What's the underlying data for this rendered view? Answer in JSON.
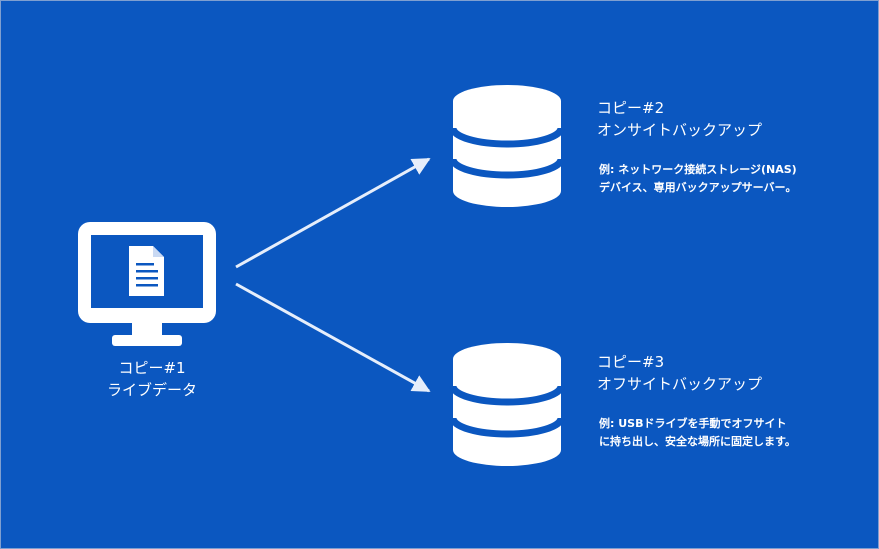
{
  "source": {
    "icon": "computer-monitor-document-icon",
    "label_line1": "コピー#1",
    "label_line2": "ライブデータ"
  },
  "targets": [
    {
      "icon": "database-icon",
      "title_line1": "コピー#2",
      "title_line2": "オンサイトバックアップ",
      "desc_line1": "例:  ネットワーク接続ストレージ(NAS)",
      "desc_line2": "デバイス、専用バックアップサーバー。"
    },
    {
      "icon": "database-icon",
      "title_line1": "コピー#3",
      "title_line2": "オフサイトバックアップ",
      "desc_line1": "例:  USBドライブを手動でオフサイト",
      "desc_line2": "に持ち出し、安全な場所に固定します。"
    }
  ],
  "colors": {
    "background": "#0b57c0",
    "foreground": "#ffffff",
    "arrow": "#e6eefb"
  }
}
